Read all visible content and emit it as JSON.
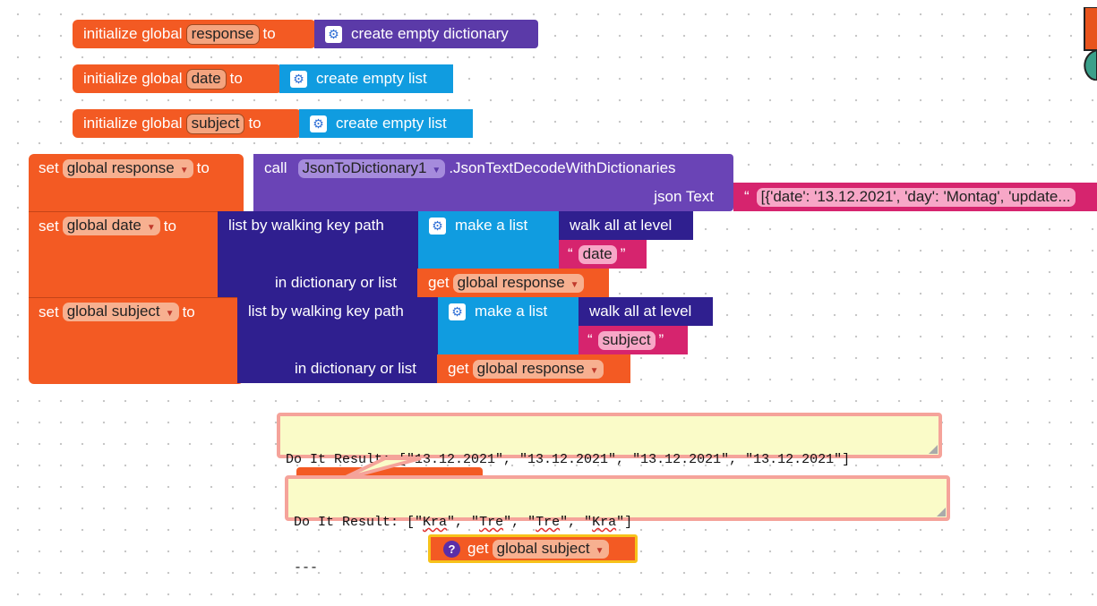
{
  "blocks": {
    "init_response": {
      "prefix": "initialize global",
      "var": "response",
      "to": "to",
      "value": "create empty dictionary"
    },
    "init_date": {
      "prefix": "initialize global",
      "var": "date",
      "to": "to",
      "value": "create empty list"
    },
    "init_subject": {
      "prefix": "initialize global",
      "var": "subject",
      "to": "to",
      "value": "create empty list"
    },
    "set_response": {
      "set": "set",
      "var": "global response",
      "to": "to",
      "call": "call",
      "component": "JsonToDictionary1",
      "method": ".JsonTextDecodeWithDictionaries",
      "param": "json Text",
      "json_value": "[{'date': '13.12.2021', 'day': 'Montag', 'update..."
    },
    "set_date": {
      "set": "set",
      "var": "global date",
      "to": "to",
      "walk": "list by walking key path",
      "make": "make a list",
      "level": "walk all at level",
      "key": "date",
      "in_dict": "in dictionary or list",
      "get": "get",
      "get_var": "global response"
    },
    "set_subject": {
      "set": "set",
      "var": "global subject",
      "to": "to",
      "walk": "list by walking key path",
      "make": "make a list",
      "level": "walk all at level",
      "key": "subject",
      "in_dict": "in dictionary or list",
      "get": "get",
      "get_var": "global response"
    },
    "get_subject": {
      "get": "get",
      "var": "global subject"
    }
  },
  "quote_open": "“",
  "quote_close": "”",
  "results": {
    "date_result": "Do It Result: [\"13.12.2021\", \"13.12.2021\", \"13.12.2021\", \"13.12.2021\"]",
    "date_sep": "---",
    "subject_prefix": "Do It Result: [\"",
    "subject_items": [
      "Kra",
      "Tre",
      "Tre",
      "Kra"
    ],
    "subject_sep": "---"
  },
  "icons": {
    "gear": "gear-icon",
    "question": "question-icon",
    "dropdown": "dropdown-caret-icon"
  },
  "colors": {
    "orange": "#f35a23",
    "purple": "#5b3aa8",
    "navy": "#2f1f8f",
    "blue": "#109ce0",
    "pink": "#d6246e",
    "bubble": "#fafbc8",
    "bubble_border": "#f5a39a"
  }
}
